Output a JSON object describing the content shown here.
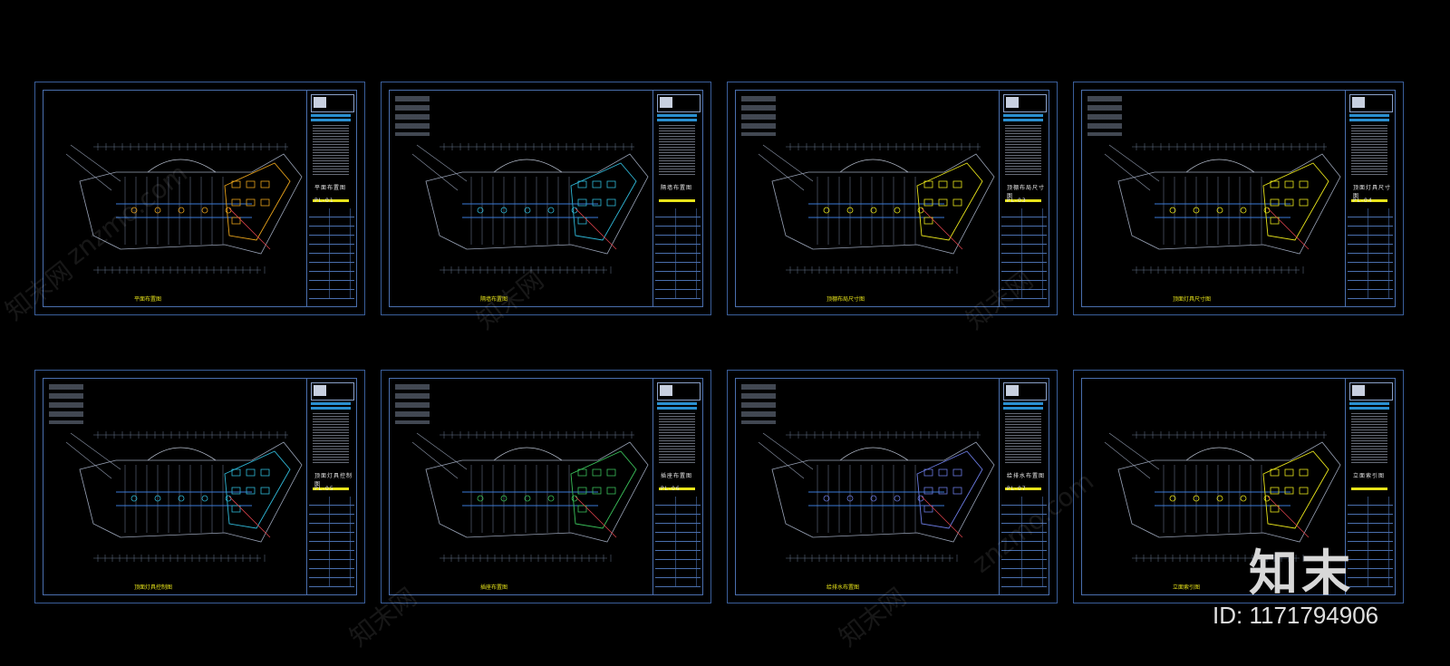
{
  "sheets": [
    {
      "caption": "平面布置图",
      "sheet_no": "PL-01",
      "legend": false,
      "accent": "#e8a21a"
    },
    {
      "caption": "隔墙布置图",
      "sheet_no": "",
      "legend": true,
      "accent": "#2fb8d8"
    },
    {
      "caption": "顶棚布局尺寸图",
      "sheet_no": "PL-03",
      "legend": true,
      "accent": "#e8e41a"
    },
    {
      "caption": "顶面灯具尺寸图",
      "sheet_no": "PL-04",
      "legend": true,
      "accent": "#e8e41a"
    },
    {
      "caption": "顶面灯具控制图",
      "sheet_no": "PL-05",
      "legend": true,
      "accent": "#2fb8d8"
    },
    {
      "caption": "插座布置图",
      "sheet_no": "PL-06",
      "legend": true,
      "accent": "#3ac05a"
    },
    {
      "caption": "给排水布置图",
      "sheet_no": "PL-07",
      "legend": true,
      "accent": "#6a7ae0"
    },
    {
      "caption": "立面索引图",
      "sheet_no": "",
      "legend": false,
      "accent": "#e8e41a"
    }
  ],
  "watermark": {
    "brand": "知末",
    "id_label": "ID: 1171794906",
    "site": "znzmo.com",
    "site_cn": "知末网"
  }
}
